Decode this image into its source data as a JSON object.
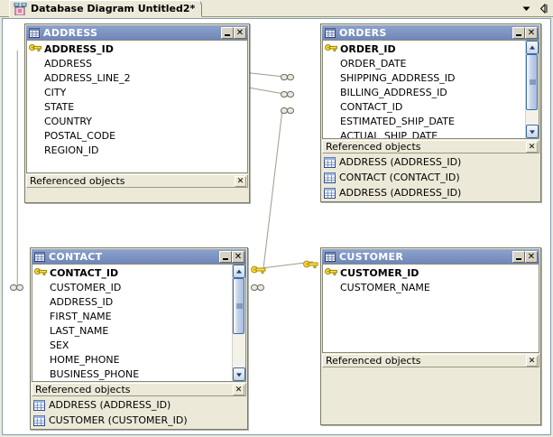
{
  "window": {
    "tab": {
      "label": "Database Diagram Untitled2*",
      "icon": "diagram-icon",
      "dropdown_icon": "chevron-down-icon",
      "scroll_icon": "tab-scroll-icon"
    },
    "canvas_background": "#ffffff",
    "chrome_background": "#ece9d8",
    "title_bar_color": "#7f96c4",
    "relationship_line_color": "#9c9c8c"
  },
  "common": {
    "referenced_objects_label": "Referenced objects",
    "minimize_label": "_",
    "close_label": "✕",
    "ref_close_label": "✕",
    "table_icon": "table-icon",
    "key_icon": "primary-key-icon",
    "grid_icon": "grid-icon"
  },
  "tables": [
    {
      "name": "ADDRESS",
      "columns": [
        {
          "name": "ADDRESS_ID",
          "pk": true
        },
        {
          "name": "ADDRESS",
          "pk": false
        },
        {
          "name": "ADDRESS_LINE_2",
          "pk": false
        },
        {
          "name": "CITY",
          "pk": false
        },
        {
          "name": "STATE",
          "pk": false
        },
        {
          "name": "COUNTRY",
          "pk": false
        },
        {
          "name": "POSTAL_CODE",
          "pk": false
        },
        {
          "name": "REGION_ID",
          "pk": false
        }
      ],
      "referenced_objects": [],
      "scrollbar": false
    },
    {
      "name": "ORDERS",
      "columns": [
        {
          "name": "ORDER_ID",
          "pk": true
        },
        {
          "name": "ORDER_DATE",
          "pk": false
        },
        {
          "name": "SHIPPING_ADDRESS_ID",
          "pk": false
        },
        {
          "name": "BILLING_ADDRESS_ID",
          "pk": false
        },
        {
          "name": "CONTACT_ID",
          "pk": false
        },
        {
          "name": "ESTIMATED_SHIP_DATE",
          "pk": false
        },
        {
          "name": "ACTUAL_SHIP_DATE",
          "pk": false
        }
      ],
      "referenced_objects": [
        "ADDRESS (ADDRESS_ID)",
        "CONTACT (CONTACT_ID)",
        "ADDRESS (ADDRESS_ID)"
      ],
      "scrollbar": true
    },
    {
      "name": "CONTACT",
      "columns": [
        {
          "name": "CONTACT_ID",
          "pk": true
        },
        {
          "name": "CUSTOMER_ID",
          "pk": false
        },
        {
          "name": "ADDRESS_ID",
          "pk": false
        },
        {
          "name": "FIRST_NAME",
          "pk": false
        },
        {
          "name": "LAST_NAME",
          "pk": false
        },
        {
          "name": "SEX",
          "pk": false
        },
        {
          "name": "HOME_PHONE",
          "pk": false
        },
        {
          "name": "BUSINESS_PHONE",
          "pk": false
        }
      ],
      "referenced_objects": [
        "ADDRESS (ADDRESS_ID)",
        "CUSTOMER (CUSTOMER_ID)"
      ],
      "scrollbar": true
    },
    {
      "name": "CUSTOMER",
      "columns": [
        {
          "name": "CUSTOMER_ID",
          "pk": true
        },
        {
          "name": "CUSTOMER_NAME",
          "pk": false
        }
      ],
      "referenced_objects": [],
      "scrollbar": false
    }
  ]
}
